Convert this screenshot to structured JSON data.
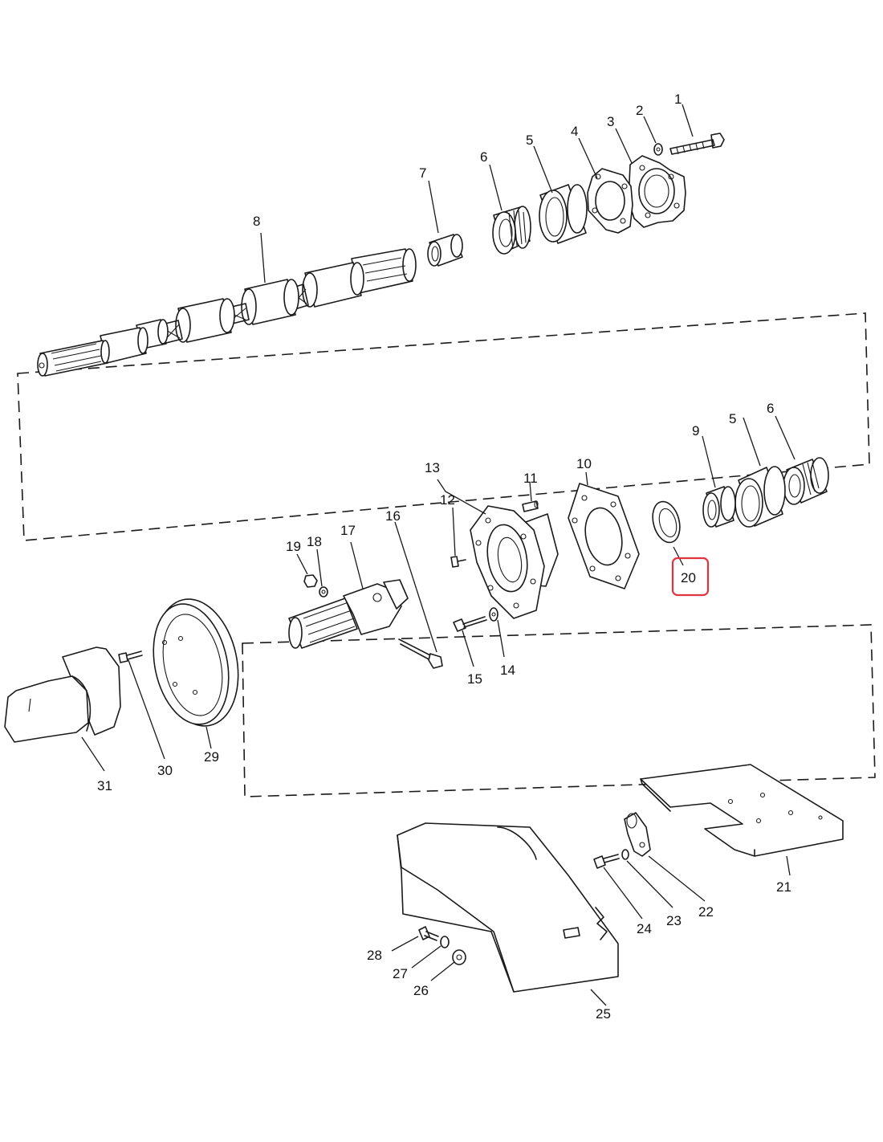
{
  "callouts": [
    "1",
    "2",
    "3",
    "4",
    "5",
    "6",
    "7",
    "8",
    "6",
    "5",
    "9",
    "10",
    "11",
    "12",
    "13",
    "14",
    "15",
    "16",
    "17",
    "18",
    "19",
    "20",
    "21",
    "22",
    "23",
    "24",
    "25",
    "26",
    "27",
    "28",
    "29",
    "30",
    "31"
  ],
  "highlight": {
    "callout": "20",
    "color": "#e0343f"
  }
}
